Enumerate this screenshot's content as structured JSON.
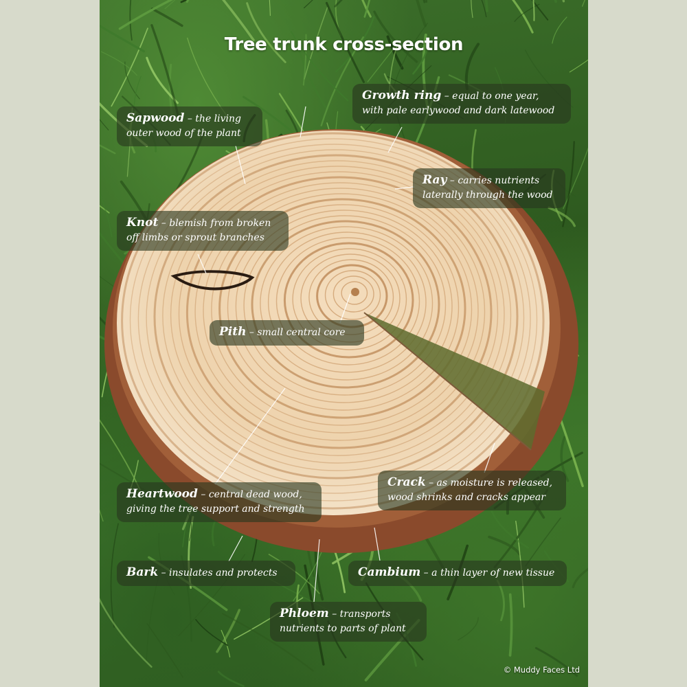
{
  "title": "Tree trunk cross-section",
  "copyright": "© Muddy Faces Ltd",
  "colors": {
    "background": "#d7dacb",
    "grass": "#3c6f2a",
    "wood": "#f2dcbc",
    "ring": "#c99866",
    "bark": "#8a4a2c",
    "callout_bg": "#28371e"
  },
  "labels": {
    "sapwood": {
      "term": "Sapwood",
      "line1": "the living",
      "line2": "outer wood of the plant"
    },
    "growth_ring": {
      "term": "Growth ring",
      "line1": "equal to one year,",
      "line2": "with pale earlywood and dark latewood"
    },
    "ray": {
      "term": "Ray",
      "line1": "carries nutrients",
      "line2": "laterally through the wood"
    },
    "knot": {
      "term": "Knot",
      "line1": "blemish from broken",
      "line2": "off limbs or sprout branches"
    },
    "pith": {
      "term": "Pith",
      "line1": "small central core"
    },
    "heartwood": {
      "term": "Heartwood",
      "line1": "central dead wood,",
      "line2": "giving the tree support and strength"
    },
    "crack": {
      "term": "Crack",
      "line1": "as moisture is released,",
      "line2": "wood shrinks and cracks appear"
    },
    "bark": {
      "term": "Bark",
      "line1": "insulates and protects"
    },
    "cambium": {
      "term": "Cambium",
      "line1": "a thin layer of new tissue"
    },
    "phloem": {
      "term": "Phloem",
      "line1": "transports",
      "line2": "nutrients to parts of plant"
    }
  }
}
